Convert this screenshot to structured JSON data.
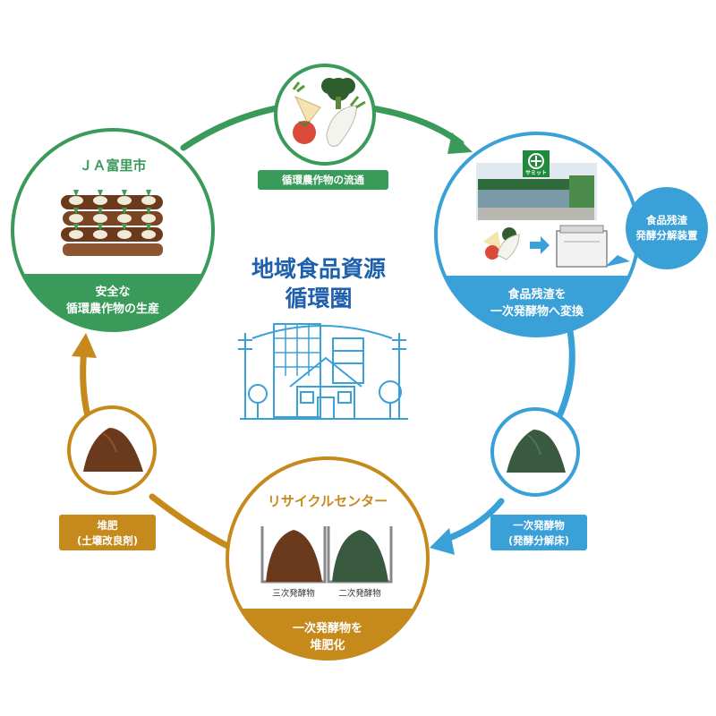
{
  "center": {
    "title_line1": "地域食品資源",
    "title_line2": "循環圏"
  },
  "ja_node": {
    "title": "ＪＡ富里市",
    "band_line1": "安全な",
    "band_line2": "循環農作物の生産"
  },
  "store_node": {
    "sign": "サミット",
    "band_line1": "食品残渣を",
    "band_line2": "一次発酵物へ変換",
    "bubble_line1": "食品残渣",
    "bubble_line2": "発酵分解装置"
  },
  "recycle_node": {
    "title": "リサイクルセンター",
    "label_third": "三次発酵物",
    "label_second": "二次発酵物",
    "band_line1": "一次発酵物を",
    "band_line2": "堆肥化"
  },
  "tags": {
    "distribution": "循環農作物の流通",
    "primary_line1": "一次発酵物",
    "primary_line2": "(発酵分解床)",
    "compost_line1": "堆肥",
    "compost_line2": "(土壌改良剤)"
  },
  "colors": {
    "green": "#3a9a5a",
    "green_dark": "#2f7c47",
    "blue": "#3aa0d8",
    "orange": "#c68a1c",
    "navy": "#1e5fae",
    "brown": "#6b3a1d",
    "soil_green": "#3a5a40"
  }
}
